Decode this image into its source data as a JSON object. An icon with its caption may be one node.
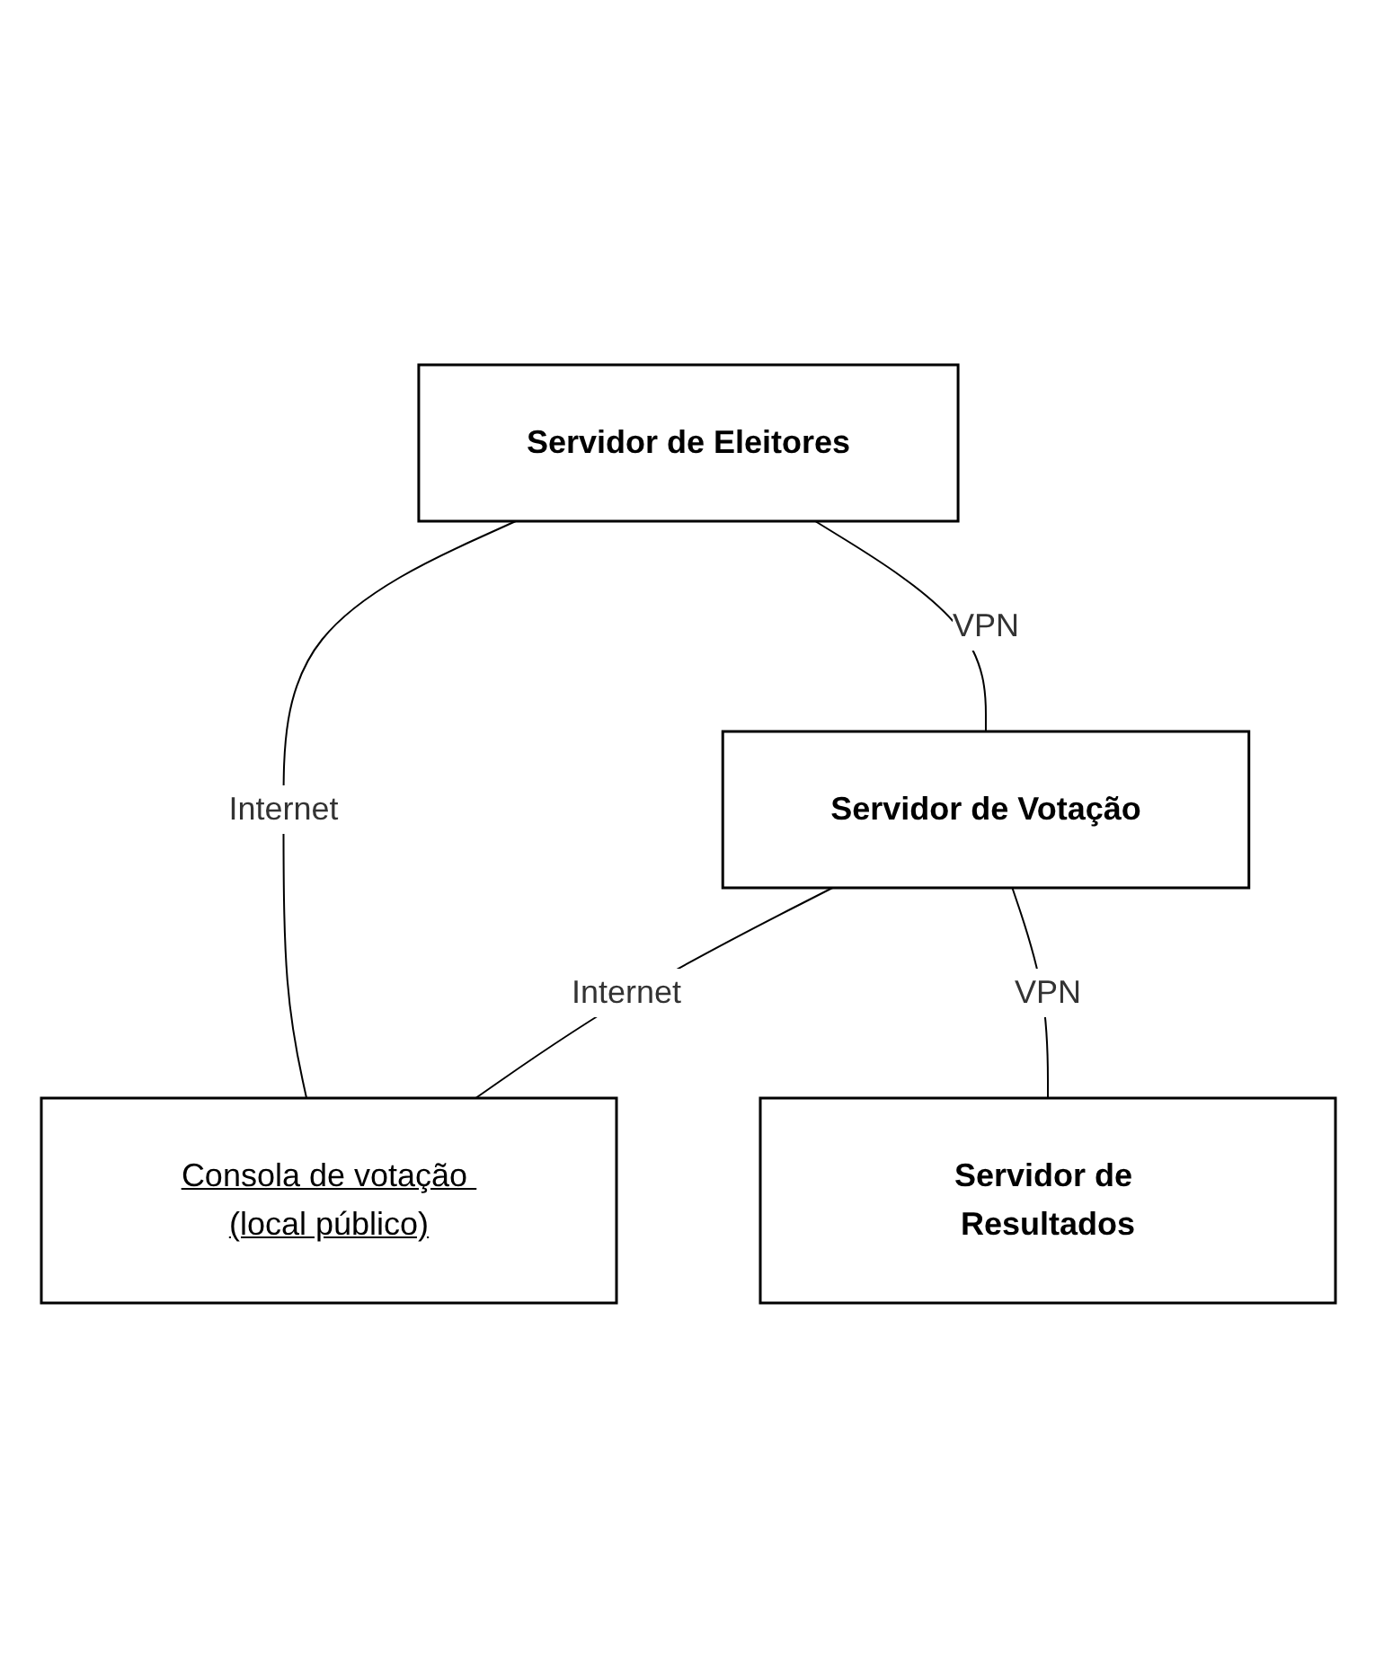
{
  "diagram": {
    "nodes": [
      {
        "text": [
          "Servidor de Eleitores"
        ]
      },
      {
        "text": [
          "Consola de votação (local público)"
        ]
      },
      {
        "text": [
          "Servidor de Votação"
        ]
      },
      {
        "text": [
          "Servidor de Resultados"
        ]
      }
    ],
    "edges": [
      {
        "from": 0,
        "to": 1,
        "arrow": "none",
        "label": "Internet"
      },
      {
        "from": 0,
        "to": 2,
        "arrow": "none",
        "label": "VPN"
      },
      {
        "from": 2,
        "to": 1,
        "arrow": "none",
        "label": "Internet"
      },
      {
        "from": 2,
        "to": 3,
        "arrow": "none",
        "label": "VPN"
      }
    ]
  }
}
